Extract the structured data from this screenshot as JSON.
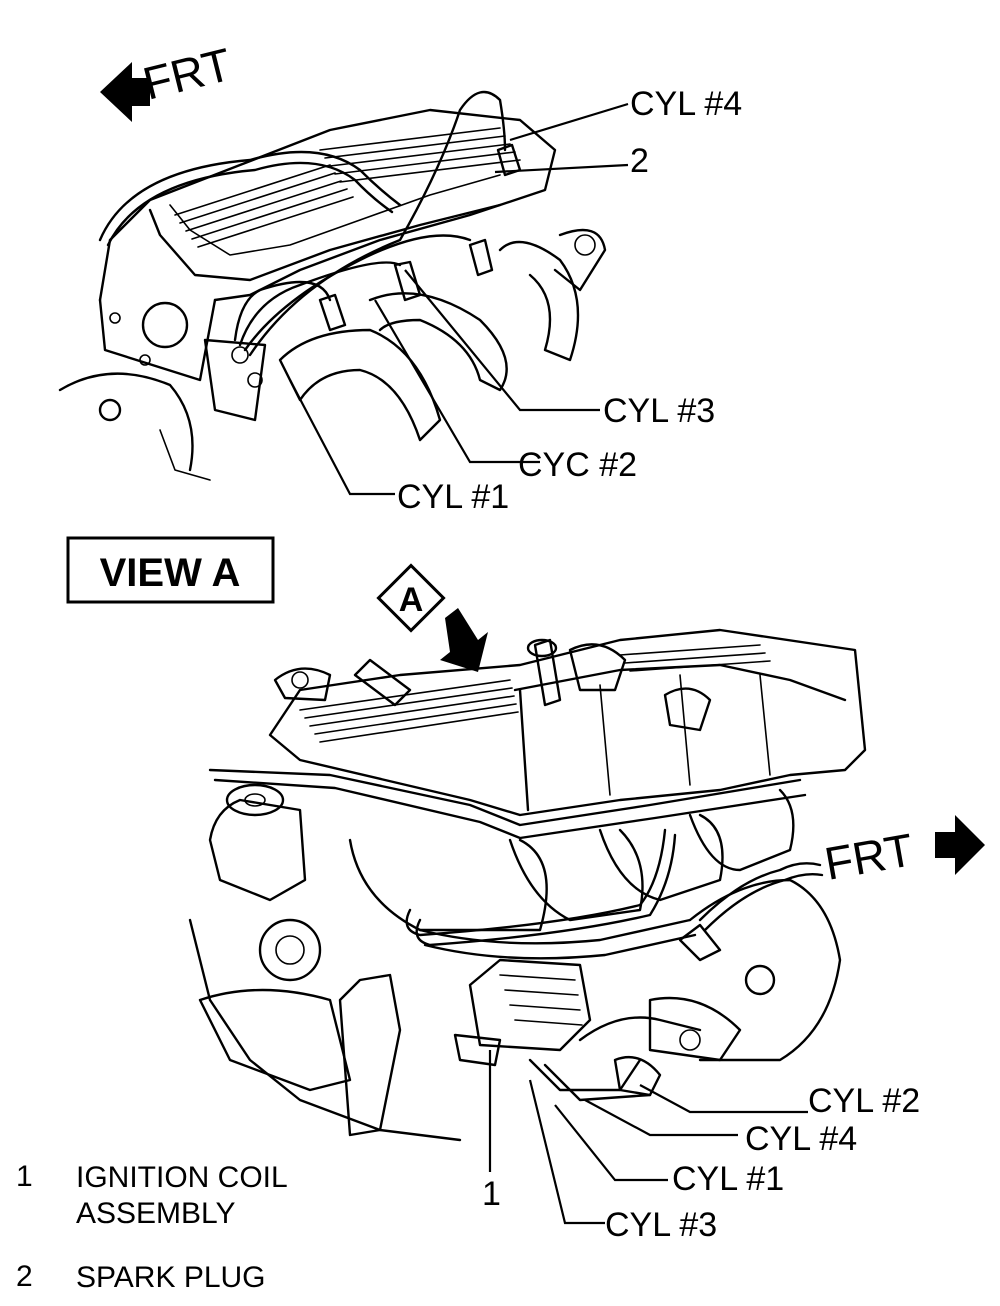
{
  "top_view": {
    "direction_label": "FRT",
    "callouts": {
      "cyl4": "CYL #4",
      "item2": "2",
      "cyl3": "CYL #3",
      "cyc2": "CYC #2",
      "cyl1": "CYL #1"
    }
  },
  "view_box_label": "VIEW A",
  "view_marker_label": "A",
  "bottom_view": {
    "direction_label": "FRT",
    "callouts": {
      "cyl2": "CYL #2",
      "cyl4": "CYL #4",
      "cyl1": "CYL #1",
      "cyl3": "CYL #3",
      "item1": "1"
    }
  },
  "legend": [
    {
      "number": "1",
      "text": "IGNITION COIL ASSEMBLY"
    },
    {
      "number": "2",
      "text": "SPARK PLUG"
    }
  ]
}
